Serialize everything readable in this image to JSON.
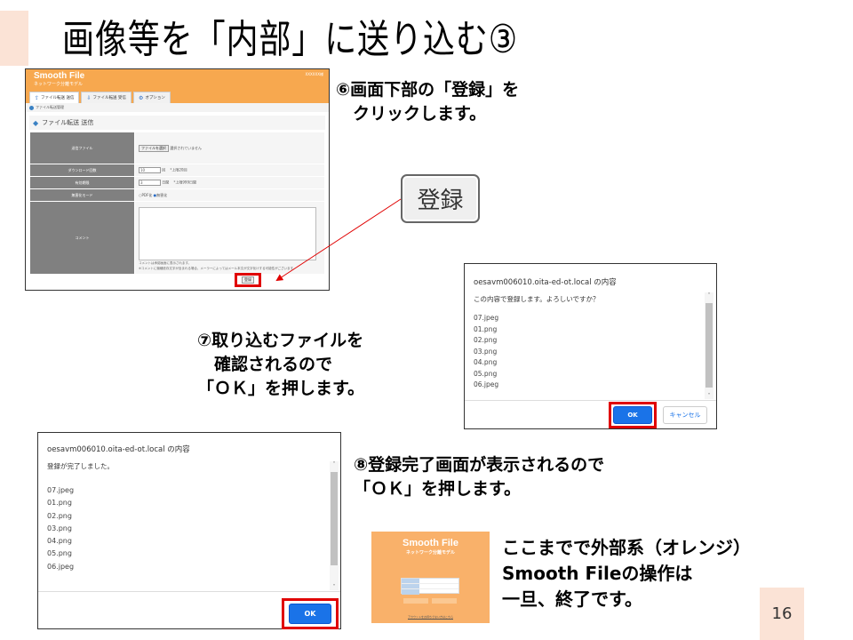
{
  "slide": {
    "title": "画像等を「内部」に送り込む③",
    "page_number": "16",
    "accent_color": "#fbe3d6"
  },
  "smoothfile_form": {
    "logo": "Smooth File",
    "logo_sub": "ネットワーク分離モデル",
    "user": "XXXXXX様",
    "tabs": [
      {
        "label": "ファイル転送 送信",
        "icon": "upload-icon"
      },
      {
        "label": "ファイル転送 受信",
        "icon": "download-icon"
      },
      {
        "label": "オプション",
        "icon": "gear-icon"
      }
    ],
    "breadcrumb": "ファイル転送管理",
    "page_title": "ファイル転送 送信",
    "rows": [
      {
        "label": "送信ファイル",
        "button": "ファイルを選択",
        "value": "選択されていません"
      },
      {
        "label": "ダウンロード回数",
        "input": "10",
        "unit": "回",
        "note": "*上限20回"
      },
      {
        "label": "有効期限",
        "input": "3",
        "unit": "日間",
        "note": "*上限999日間"
      },
      {
        "label": "無害化モード",
        "options": [
          "PDF化",
          "無害化"
        ],
        "selected": "無害化"
      },
      {
        "label": "コメント",
        "note1": "コメントは承認画面に表示されます。",
        "note2": "※コメントに機種依存文字が含まれる場合、メーラーによってはメール本文が文字化けする可能性がございます。"
      }
    ],
    "submit_label": "登録"
  },
  "steps": {
    "step6": [
      "⑥画面下部の「登録」を",
      "　クリックします。"
    ],
    "step7": [
      "⑦取り込むファイルを",
      "　確認されるので",
      "「ＯＫ」を押します。"
    ],
    "step8": [
      "⑧登録完了画面が表示されるので",
      "「ＯＫ」を押します。"
    ],
    "final": [
      "ここまでで外部系（オレンジ）",
      "Smooth Fileの操作は",
      "一旦、終了です。"
    ]
  },
  "zoomed_button": {
    "label": "登録"
  },
  "confirm_dialog": {
    "title": "oesavm006010.oita-ed-ot.local の内容",
    "message": "この内容で登録します。よろしいですか？",
    "files": [
      "07.jpeg",
      "01.png",
      "02.png",
      "03.png",
      "04.png",
      "05.png",
      "06.jpeg"
    ],
    "ok_label": "OK",
    "cancel_label": "キャンセル"
  },
  "done_dialog": {
    "title": "oesavm006010.oita-ed-ot.local の内容",
    "message": "登録が完了しました。",
    "files": [
      "07.jpeg",
      "01.png",
      "02.png",
      "03.png",
      "04.png",
      "05.png",
      "06.jpeg"
    ],
    "ok_label": "OK"
  },
  "login_thumb": {
    "logo": "Smooth File",
    "sub": "ネットワーク分離モデル",
    "link": "アカウントをお持ちでない方はこちら"
  },
  "colors": {
    "orange": "#f7a84f",
    "highlight_red": "#e00000",
    "ok_blue": "#1a73e8"
  }
}
